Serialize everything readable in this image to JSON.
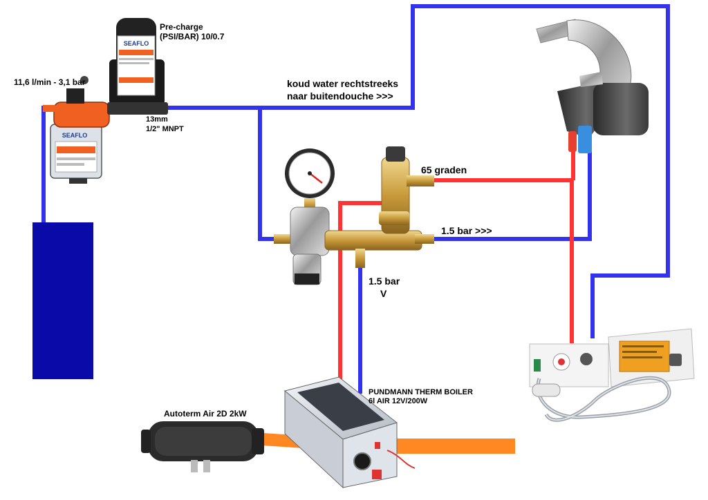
{
  "labels": {
    "flow_rate": "11,6 l/min - 3,1 bar",
    "precharge_line1": "Pre-charge",
    "precharge_line2": "(PSI/BAR) 10/0.7",
    "pipe_line1": "13mm",
    "pipe_line2": "1/2\" MNPT",
    "cold_line1": "koud water rechtstreeks",
    "cold_line2": "naar buitendouche >>>",
    "temp_65": "65 graden",
    "bar_right": "1.5 bar >>>",
    "bar_down_line1": "1.5 bar",
    "bar_down_line2": "V",
    "boiler_line1": "PUNDMANN THERM BOILER",
    "boiler_line2": "6l AIR 12V/200W",
    "heater": "Autoterm Air 2D  2kW"
  },
  "branding": {
    "pump_brand": "SEAFLO",
    "accumulator_brand": "SEAFLO"
  },
  "colors": {
    "cold_pipe": "#3333ee",
    "hot_pipe": "#ff3333",
    "air_duct": "#ff8822",
    "tank": "#0a0aa8",
    "pump_orange": "#f06020",
    "brass": "#c8a040"
  },
  "icons": [
    "water-tank-icon",
    "water-pump-icon",
    "accumulator-tank-icon",
    "pressure-gauge-icon",
    "brass-manifold-icon",
    "mixing-faucet-icon",
    "outdoor-shower-box-icon",
    "boiler-icon",
    "diesel-air-heater-icon"
  ]
}
